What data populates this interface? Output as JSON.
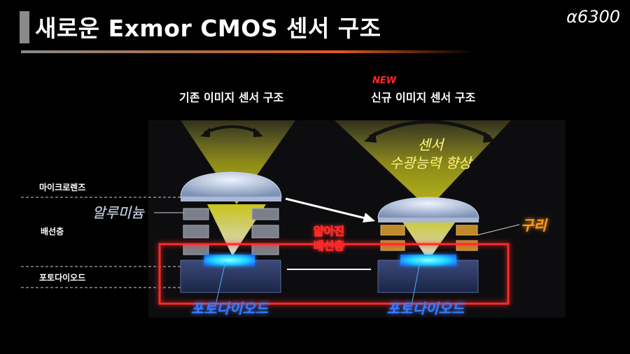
{
  "header": {
    "title": "새로운 Exmor CMOS 센서 구조",
    "model_alpha": "α",
    "model_number": "6300"
  },
  "left_structure": {
    "title": "기존 이미지 센서 구조",
    "aluminum_label": "알루미늄",
    "photodiode_label": "포토다이오드"
  },
  "right_structure": {
    "new_badge": "NEW",
    "title": "신규 이미지 센서 구조",
    "improvement_line1": "센서",
    "improvement_line2": "수광능력 향상",
    "copper_label": "구리",
    "photodiode_label": "포토다이오드"
  },
  "center": {
    "thin_line1": "얇아진",
    "thin_line2": "배선층"
  },
  "side_labels": {
    "microlens": "마이크로렌즈",
    "wiring": "배선층",
    "photodiode": "포토다이오드"
  },
  "colors": {
    "accent_orange": "#e35a1a",
    "highlight_red": "#ff2a2a",
    "light_yellow": "#f4f020",
    "photodiode_blue": "#2a63ff",
    "copper": "#d49a2a"
  }
}
